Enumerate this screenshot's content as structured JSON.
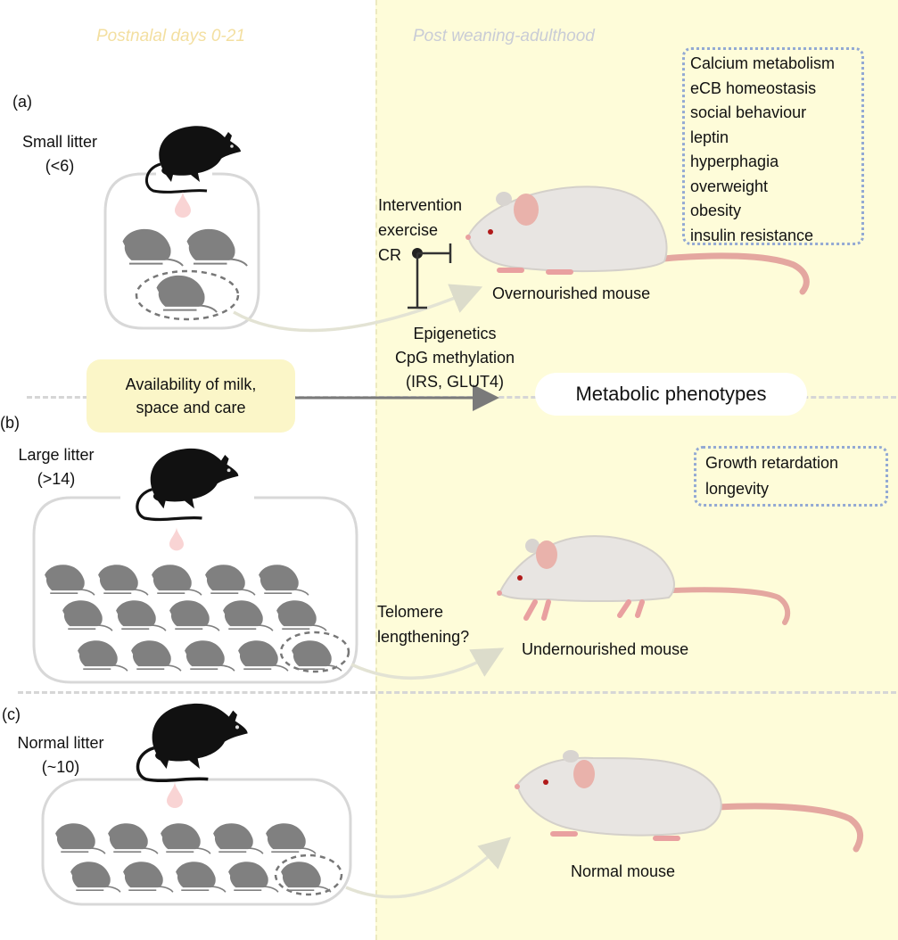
{
  "phases": {
    "left": "Postnalal days 0-21",
    "right": "Post weaning-adulthood"
  },
  "panels": [
    {
      "letter": "(a)",
      "litter_label": "Small litter",
      "litter_count": "(<6)",
      "pups": 3
    },
    {
      "letter": "(b)",
      "litter_label": "Large litter",
      "litter_count": "(>14)",
      "pups": 15
    },
    {
      "letter": "(c)",
      "litter_label": "Normal litter",
      "litter_count": "(~10)",
      "pups": 10
    }
  ],
  "center": {
    "availability_line1": "Availability of milk,",
    "availability_line2": "space and care",
    "metabolic_phenotypes": "Metabolic phenotypes"
  },
  "overnourished": {
    "caption": "Overnourished mouse",
    "intervention": [
      "Intervention",
      "exercise",
      "CR"
    ],
    "epigenetics": [
      "Epigenetics",
      "CpG methylation",
      "(IRS, GLUT4)"
    ],
    "phenotypes": [
      "Calcium metabolism",
      "eCB homeostasis",
      "social behaviour",
      "leptin",
      "hyperphagia",
      "overweight",
      "obesity",
      "insulin resistance"
    ]
  },
  "undernourished": {
    "caption": "Undernourished mouse",
    "telomere": [
      "Telomere",
      "lengthening?"
    ],
    "phenotypes": [
      "Growth retardation",
      "longevity"
    ]
  },
  "normal": {
    "caption": "Normal mouse"
  },
  "colors": {
    "right_bg": "#fefcd9",
    "phase_left": "#f3dfa0",
    "phase_right": "#c9ccd6",
    "dotted_box": "#93a9d3",
    "dam": "#111111",
    "pup": "#808080",
    "milk_drop": "#f9d4d4",
    "albino_body": "#e8e5e2",
    "albino_tail": "#e4a7a0",
    "arrow": "#dcdccb"
  }
}
